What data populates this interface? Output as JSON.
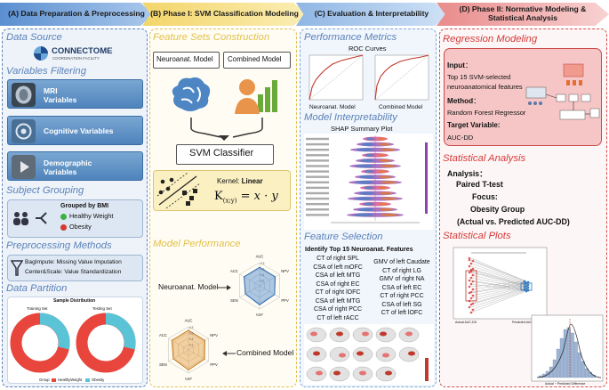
{
  "headers": {
    "a": "(A) Data Preparation & Preprocessing",
    "b": "(B) Phase I: SVM Classification Modeling",
    "c": "(C) Evaluation & Interpretability",
    "d_line1": "(D) Phase II: Normative Modeling &",
    "d_line2": "Statistical Analysis"
  },
  "panel_a": {
    "data_source_title": "Data Source",
    "logo_name": "CONNECTOME",
    "logo_sub": "COORDINATION FACILITY",
    "variables_filtering_title": "Variables Filtering",
    "variables": [
      {
        "line1": "MRI",
        "line2": "Variables"
      },
      {
        "line1": "Cognitive Variables",
        "line2": ""
      },
      {
        "line1": "Demographic",
        "line2": "Variables"
      }
    ],
    "subject_grouping_title": "Subject Grouping",
    "grouped_by": "Grouped by BMI",
    "healthy_label": "Healthy Weight",
    "obesity_label": "Obesity",
    "preprocessing_title": "Preprocessing Methods",
    "prep_line1": "BagImpute: Missing Value Imputation",
    "prep_line2": "Center&Scale: Value Standardization",
    "data_partition_title": "Data Partition",
    "sample_distribution": "Sample Distribution",
    "training_set": "Training Set",
    "testing_set": "Testing Set",
    "legend_group": "Group",
    "legend_healthy": "HealthyWeight",
    "legend_obesity": "Obesity",
    "colors": {
      "healthy": "#e8453c",
      "obesity": "#5bc3d6"
    }
  },
  "panel_b": {
    "feature_sets_title": "Feature Sets Construction",
    "neuroanat_model": "Neuroanat. Model",
    "combined_model": "Combined Model",
    "svm_classifier": "SVM Classifier",
    "kernel_prefix": "Kernel: ",
    "kernel_value": "Linear",
    "kernel_formula_lhs": "K",
    "kernel_formula_sub": "(x;y)",
    "kernel_formula_rhs": " = x · y",
    "model_performance_title": "Model Performance",
    "perf_neuroanat": "Neuroanat. Model",
    "perf_combined": "Combined Model",
    "radar_axes": [
      "AUC",
      "NPV",
      "PPV",
      "SPE",
      "SEN",
      "ACC"
    ],
    "radar_scale": [
      "0.8",
      "0.6",
      "0.4",
      "0.2"
    ]
  },
  "panel_c": {
    "performance_metrics_title": "Performance Metrics",
    "roc_curves": "ROC Curves",
    "roc_neuroanat": "Neuroanat. Model",
    "roc_combined": "Combined Model",
    "model_interpretability_title": "Model Interpretability",
    "shap_summary": "SHAP Summary Plot",
    "feature_selection_title": "Feature Selection",
    "identify_top": "Identify Top 15 Neuroanat. Features",
    "features_left": [
      "CT of right SPL",
      "CSA of left mOFC",
      "CSA of left MTG",
      "CSA of right EC",
      "CT of right lOFC",
      "CSA of left MTG",
      "CSA of right PCC",
      "CT of left rACC"
    ],
    "features_right": [
      "GMV of left Caudate",
      "CT of right LG",
      "GMV of right NA",
      "CSA of left EC",
      "CT of right PCC",
      "CSA of left SG",
      "CT of left lOFC"
    ]
  },
  "panel_d": {
    "regression_title": "Regression Modeling",
    "input_label": "Input",
    "input_colon": "：",
    "input_text1": "Top 15 SVM-selected",
    "input_text2": "neuroanatomical features",
    "method_label": "Method",
    "method_colon": "：",
    "method_text": "Random Forest Regressor",
    "target_label": "Target Variable:",
    "target_text": "AUC-DD",
    "statistical_analysis_title": "Statistical Analysis",
    "analysis_label": "Analysis：",
    "paired_ttest": "Paired T-test",
    "focus_label": "Focus:",
    "obesity_group": "Obesity Group",
    "actual_vs_pred": "(Actual vs. Predicted AUC-DD)",
    "statistical_plots_title": "Statistical Plots",
    "plot_x_label_left": "Actual AUC-DD",
    "plot_x_label_right": "Predicted AUC-DD",
    "hist_x_label": "Actual − Predicted Difference"
  }
}
